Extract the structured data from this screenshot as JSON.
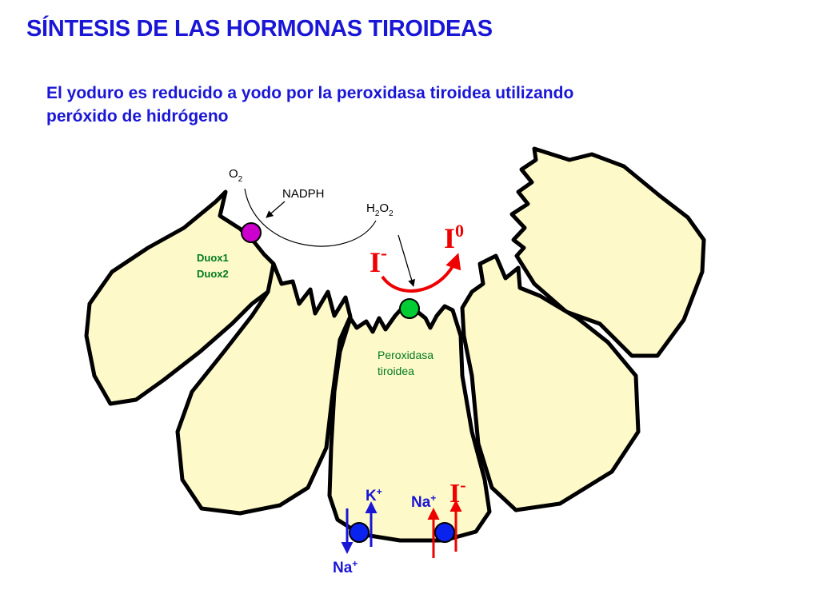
{
  "title": "SÍNTESIS DE LAS HORMONAS TIROIDEAS",
  "subtitle": {
    "line1": "El yoduro es reducido a yodo por la peroxidasa tiroidea utilizando",
    "line2": "peróxido de  hidrógeno"
  },
  "labels": {
    "o2": "O",
    "o2_sub": "2",
    "nadph": "NADPH",
    "h2o2_h": "H",
    "h2o2_sub1": "2",
    "h2o2_o": "O",
    "h2o2_sub2": "2",
    "duox1": "Duox1",
    "duox2": "Duox2",
    "iodine": "I",
    "iodine_sup": "0",
    "iodide": "I",
    "iodide_sup": "-",
    "peroxidasa1": "Peroxidasa",
    "peroxidasa2": "tiroidea",
    "k": "K",
    "k_sup": "+",
    "na_bottom": "Na",
    "na_bottom_sup": "+",
    "na_right": "Na",
    "na_right_sup": "+",
    "iodide_transport": "I",
    "iodide_transport_sup": "-"
  },
  "colors": {
    "title": "#1a16d6",
    "cell_fill": "#fdf9c8",
    "cell_stroke": "#000000",
    "duox_dot": "#cc00cc",
    "peroxidase_dot": "#00cc33",
    "transporter_dot": "#0a22ee",
    "label_green": "#007a1f",
    "iodine_red": "#ee0000",
    "ion_blue": "#1a16d6"
  }
}
